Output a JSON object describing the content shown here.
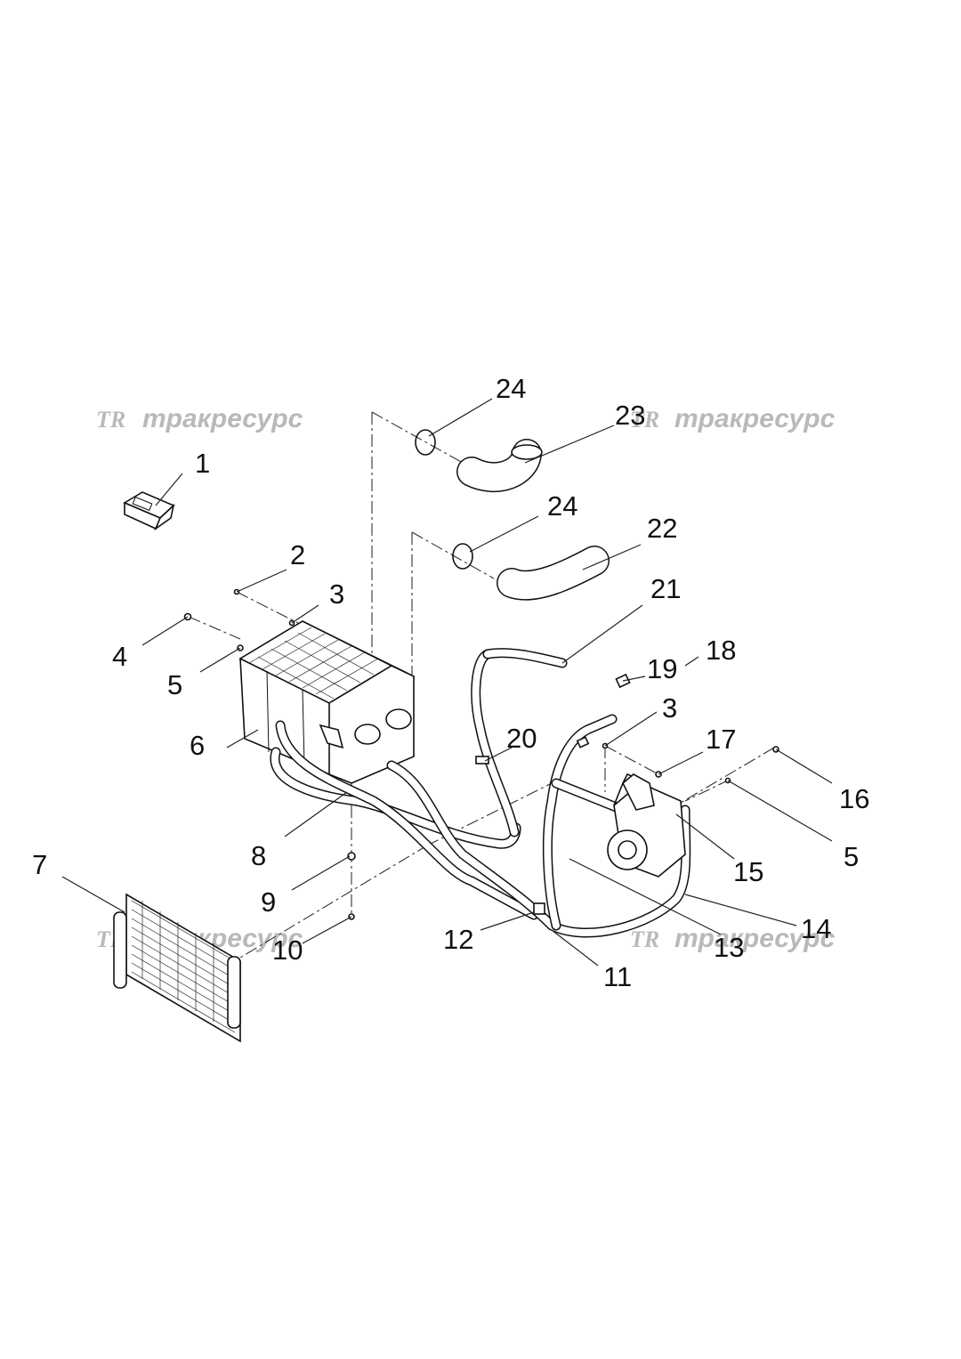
{
  "watermark": {
    "brand_text": "тракресурс",
    "logo_letters": "TR"
  },
  "callouts": [
    {
      "id": "c1",
      "label": "1"
    },
    {
      "id": "c2",
      "label": "2"
    },
    {
      "id": "c3a",
      "label": "3"
    },
    {
      "id": "c4",
      "label": "4"
    },
    {
      "id": "c5a",
      "label": "5"
    },
    {
      "id": "c6",
      "label": "6"
    },
    {
      "id": "c7",
      "label": "7"
    },
    {
      "id": "c8",
      "label": "8"
    },
    {
      "id": "c9",
      "label": "9"
    },
    {
      "id": "c10",
      "label": "10"
    },
    {
      "id": "c11",
      "label": "11"
    },
    {
      "id": "c12",
      "label": "12"
    },
    {
      "id": "c13",
      "label": "13"
    },
    {
      "id": "c14",
      "label": "14"
    },
    {
      "id": "c15",
      "label": "15"
    },
    {
      "id": "c16",
      "label": "16"
    },
    {
      "id": "c5b",
      "label": "5"
    },
    {
      "id": "c17",
      "label": "17"
    },
    {
      "id": "c3b",
      "label": "3"
    },
    {
      "id": "c18",
      "label": "18"
    },
    {
      "id": "c19",
      "label": "19"
    },
    {
      "id": "c20",
      "label": "20"
    },
    {
      "id": "c21",
      "label": "21"
    },
    {
      "id": "c22",
      "label": "22"
    },
    {
      "id": "c23",
      "label": "23"
    },
    {
      "id": "c24a",
      "label": "24"
    },
    {
      "id": "c24b",
      "label": "24"
    }
  ],
  "colors": {
    "line": "#111111",
    "watermark": "#b9b9b9",
    "background": "#ffffff"
  }
}
